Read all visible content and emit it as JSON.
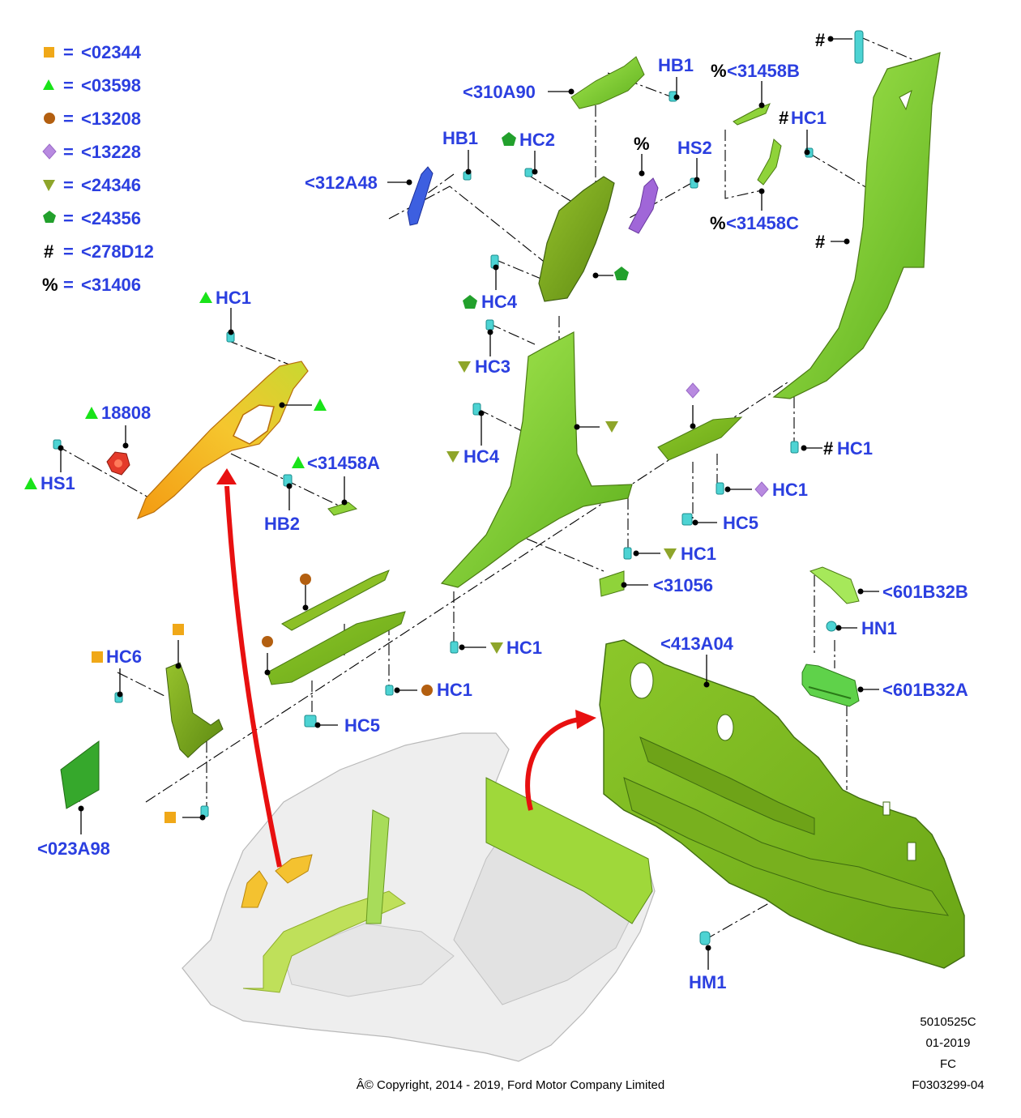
{
  "legend": [
    {
      "symbol": "square",
      "color": "#f0a818",
      "code": "<02344"
    },
    {
      "symbol": "triangle-up",
      "color": "#19e319",
      "code": "<03598"
    },
    {
      "symbol": "circle",
      "color": "#b35f10",
      "code": "<13208"
    },
    {
      "symbol": "diamond",
      "color": "#b88ae0",
      "code": "<13228"
    },
    {
      "symbol": "triangle-down",
      "color": "#8ea52a",
      "code": "<24346"
    },
    {
      "symbol": "pentagon",
      "color": "#22a02c",
      "code": "<24356"
    },
    {
      "symbol": "hash",
      "color": "#000000",
      "code": "<278D12"
    },
    {
      "symbol": "percent",
      "color": "#000000",
      "code": "<31406"
    }
  ],
  "legend_eq": "=",
  "symbols": {
    "hash": "#",
    "percent": "%"
  },
  "labels": {
    "p310A90": "<310A90",
    "hb1_top": "HB1",
    "p31458B": "<31458B",
    "hc1_top_right": "HC1",
    "hs2": "HS2",
    "p31458C": "<31458C",
    "p312A48": "<312A48",
    "hb1_left": "HB1",
    "hc2": "HC2",
    "hc4_upper": "HC4",
    "hc3": "HC3",
    "hc4_lower": "HC4",
    "hc1_a_pillar": "HC1",
    "p18808": "18808",
    "hs1": "HS1",
    "p31458A": "<31458A",
    "hb2": "HB2",
    "hc1_right_mid": "HC1",
    "hc1_diamond": "HC1",
    "hc5_right": "HC5",
    "hc1_tri_down_right": "HC1",
    "p31056": "<31056",
    "hc1_tri_down_mid": "HC1",
    "hc1_circle": "HC1",
    "hc5_left": "HC5",
    "hc6": "HC6",
    "p023A98": "<023A98",
    "p413A04": "<413A04",
    "p601B32B": "<601B32B",
    "hn1": "HN1",
    "p601B32A": "<601B32A",
    "hm1": "HM1"
  },
  "footer": {
    "ref1": "5010525C",
    "ref2": "01-2019",
    "ref3": "FC",
    "ref4": "F0303299-04",
    "copyright": "Â© Copyright, 2014 - 2019, Ford Motor Company Limited"
  },
  "colors": {
    "label_blue": "#2b3fe0",
    "part_green": "#7ccf24",
    "part_light_green": "#a6e85a",
    "part_olive": "#7fa81e",
    "part_orange": "#f2b428",
    "part_blue": "#3d5fe0",
    "part_purple": "#a066d8",
    "clip_cyan": "#4dd3d3",
    "arrow_red": "#e81010"
  }
}
